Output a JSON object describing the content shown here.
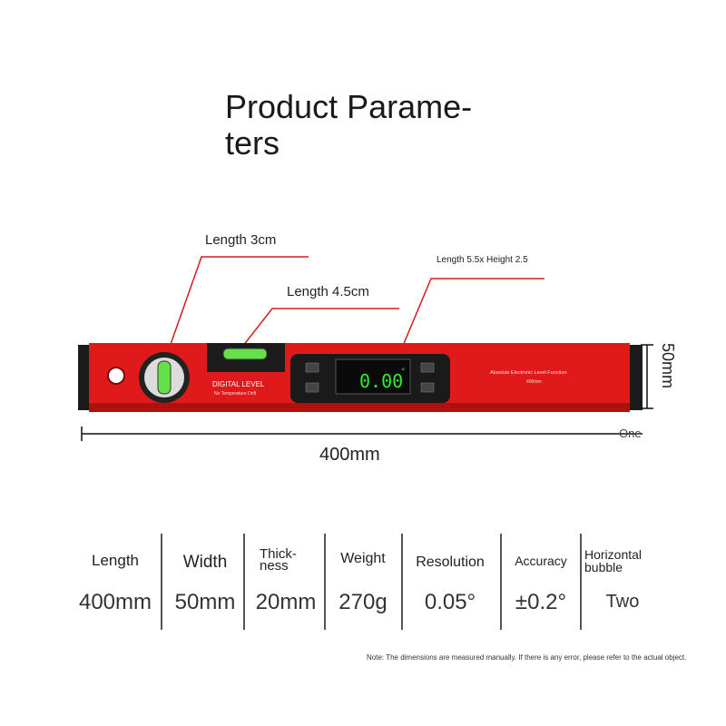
{
  "title": "Product Parame-\nters",
  "callouts": {
    "bubble_length": "Length 3cm",
    "bubble2_length": "Length 4.5cm",
    "screen_size": "Length 5.5x Height 2.5"
  },
  "level": {
    "brand_text": "DIGITAL LEVEL",
    "brand_sub": "No Temperature Drift",
    "display_value": "0.00",
    "display_unit": "°",
    "right_text": "Absolute Electronic Level Function",
    "right_sub": "400mm",
    "body_color": "#e01a1a",
    "screen_color": "#2cf02c"
  },
  "dimensions": {
    "height": "50mm",
    "length": "400mm",
    "end_label": "One"
  },
  "params": [
    {
      "header": "Length",
      "value": "400mm"
    },
    {
      "header": "Width",
      "value": "50mm"
    },
    {
      "header": "Thick-\nness",
      "value": "20mm"
    },
    {
      "header": "Weight",
      "value": "270g"
    },
    {
      "header": "Resolution",
      "value": "0.05°"
    },
    {
      "header": "Accuracy",
      "value": "±0.2°"
    },
    {
      "header": "Horizontal\nbubble",
      "value": "Two"
    }
  ],
  "note": "Note: The dimensions are measured manually. If there is any error, please refer to the actual object."
}
